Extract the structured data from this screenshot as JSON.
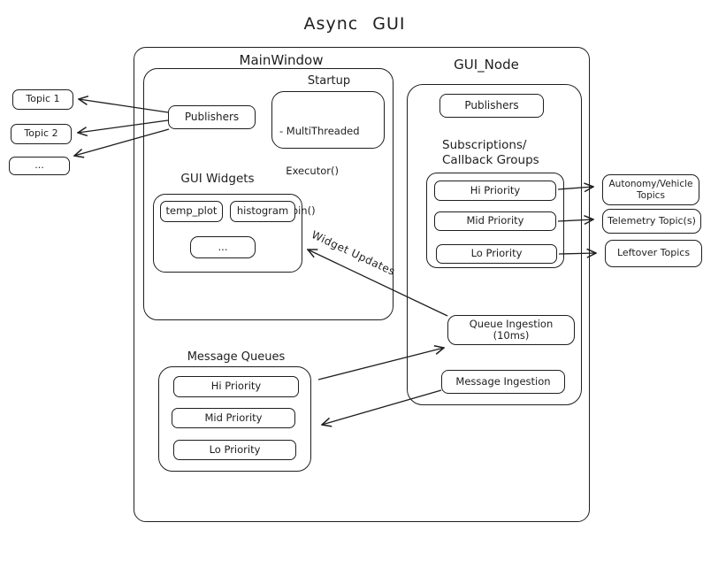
{
  "title": "Async GUI",
  "colors": {
    "stroke": "#1e1e1e",
    "background": "#ffffff",
    "box_fill": "#ffffff"
  },
  "left_topics": {
    "items": [
      "Topic 1",
      "Topic 2",
      "..."
    ]
  },
  "main_window": {
    "label": "MainWindow",
    "publishers_label": "Publishers",
    "startup": {
      "label": "Startup",
      "lines": [
        "- MultiThreaded",
        "  Executor()",
        "- spin()"
      ]
    },
    "gui_widgets": {
      "label": "GUI Widgets",
      "widgets": [
        "temp_plot",
        "histogram",
        "..."
      ]
    }
  },
  "message_queues": {
    "label": "Message Queues",
    "items": [
      "Hi Priority",
      "Mid Priority",
      "Lo Priority"
    ]
  },
  "gui_node": {
    "label": "GUI_Node",
    "publishers_label": "Publishers",
    "subscriptions_heading": [
      "Subscriptions/",
      "Callback Groups"
    ],
    "callback_groups": [
      "Hi Priority",
      "Mid Priority",
      "Lo Priority"
    ],
    "queue_ingestion_label": "Queue Ingestion (10ms)",
    "message_ingestion_label": "Message Ingestion"
  },
  "right_topics": {
    "items": [
      "Autonomy/Vehicle Topics",
      "Telemetry Topic(s)",
      "Leftover Topics"
    ]
  },
  "annotations": {
    "widget_updates_label": "Widget Updates"
  }
}
